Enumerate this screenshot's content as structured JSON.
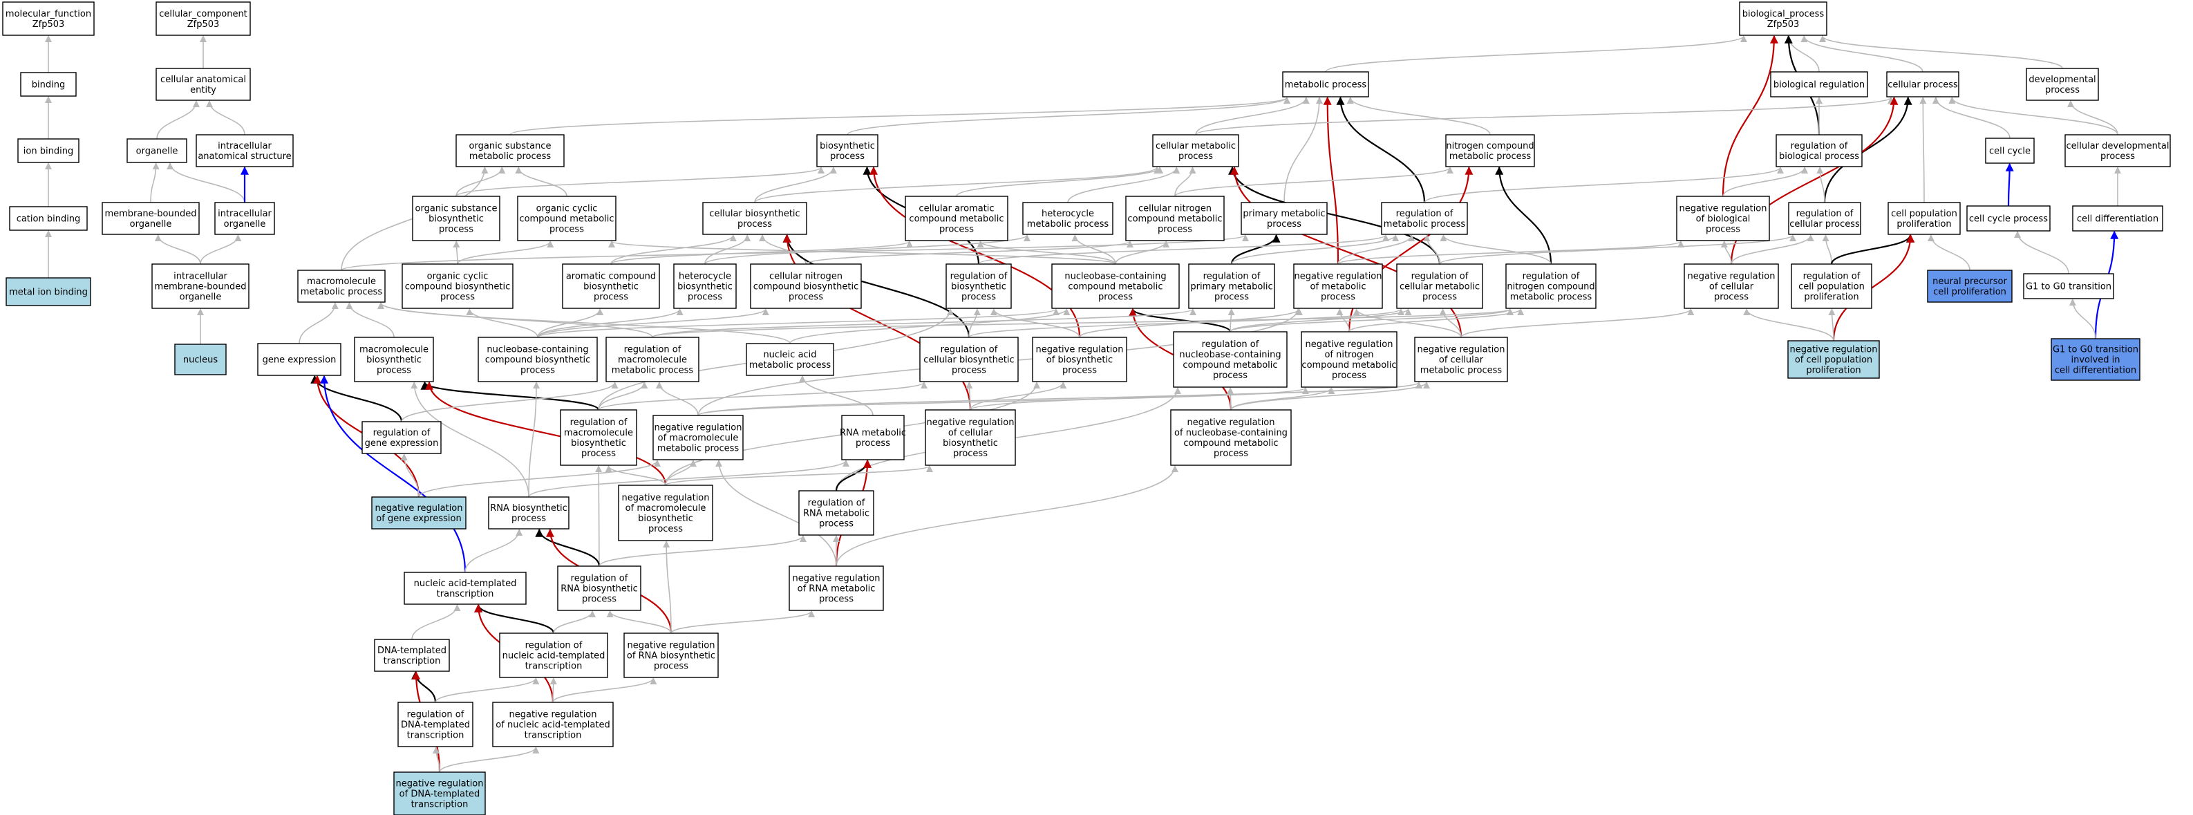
{
  "colors": {
    "gray_edge": "#b9b9b9",
    "black_edge": "#000000",
    "red_edge": "#c00000",
    "blue_edge": "#0000ff",
    "node_default": "#ffffff",
    "node_light_blue": "#add8e6",
    "node_blue": "#6495ed",
    "node_border": "#000000"
  },
  "nodes": {
    "n0": {
      "lines": [
        "molecular_function",
        "Zfp503"
      ],
      "fill": "white"
    },
    "n1": {
      "lines": [
        "binding"
      ],
      "fill": "white"
    },
    "n2": {
      "lines": [
        "ion binding"
      ],
      "fill": "white"
    },
    "n3": {
      "lines": [
        "cation binding"
      ],
      "fill": "white"
    },
    "n4": {
      "lines": [
        "metal ion binding"
      ],
      "fill": "light_blue"
    },
    "n5": {
      "lines": [
        "cellular_component",
        "Zfp503"
      ],
      "fill": "white"
    },
    "n6": {
      "lines": [
        "cellular anatomical",
        "entity"
      ],
      "fill": "white"
    },
    "n7": {
      "lines": [
        "organelle"
      ],
      "fill": "white"
    },
    "n8": {
      "lines": [
        "intracellular",
        "anatomical structure"
      ],
      "fill": "white"
    },
    "n9": {
      "lines": [
        "membrane-bounded",
        "organelle"
      ],
      "fill": "white"
    },
    "n10": {
      "lines": [
        "intracellular",
        "organelle"
      ],
      "fill": "white"
    },
    "n11": {
      "lines": [
        "intracellular",
        "membrane-bounded",
        "organelle"
      ],
      "fill": "white"
    },
    "n12": {
      "lines": [
        "nucleus"
      ],
      "fill": "light_blue"
    },
    "n13": {
      "lines": [
        "biological_process",
        "Zfp503"
      ],
      "fill": "white"
    },
    "n14": {
      "lines": [
        "metabolic process"
      ],
      "fill": "white"
    },
    "n15": {
      "lines": [
        "organic substance",
        "metabolic process"
      ],
      "fill": "white"
    },
    "n16": {
      "lines": [
        "biosynthetic",
        "process"
      ],
      "fill": "white"
    },
    "n17": {
      "lines": [
        "cellular metabolic",
        "process"
      ],
      "fill": "white"
    },
    "n18": {
      "lines": [
        "nitrogen compound",
        "metabolic process"
      ],
      "fill": "white"
    },
    "n19": {
      "lines": [
        "biological regulation"
      ],
      "fill": "white"
    },
    "n20": {
      "lines": [
        "cellular process"
      ],
      "fill": "white"
    },
    "n21": {
      "lines": [
        "developmental",
        "process"
      ],
      "fill": "white"
    },
    "n22": {
      "lines": [
        "regulation of",
        "biological process"
      ],
      "fill": "white"
    },
    "n23": {
      "lines": [
        "cell cycle"
      ],
      "fill": "white"
    },
    "n24": {
      "lines": [
        "cellular developmental",
        "process"
      ],
      "fill": "white"
    },
    "n25": {
      "lines": [
        "organic substance",
        "biosynthetic",
        "process"
      ],
      "fill": "white"
    },
    "n26": {
      "lines": [
        "organic cyclic",
        "compound metabolic",
        "process"
      ],
      "fill": "white"
    },
    "n27": {
      "lines": [
        "cellular biosynthetic",
        "process"
      ],
      "fill": "white"
    },
    "n28": {
      "lines": [
        "cellular aromatic",
        "compound metabolic",
        "process"
      ],
      "fill": "white"
    },
    "n29": {
      "lines": [
        "heterocycle",
        "metabolic process"
      ],
      "fill": "white"
    },
    "n30": {
      "lines": [
        "cellular nitrogen",
        "compound metabolic",
        "process"
      ],
      "fill": "white"
    },
    "n31": {
      "lines": [
        "primary metabolic",
        "process"
      ],
      "fill": "white"
    },
    "n32": {
      "lines": [
        "regulation of",
        "metabolic process"
      ],
      "fill": "white"
    },
    "n33": {
      "lines": [
        "negative regulation",
        "of biological",
        "process"
      ],
      "fill": "white"
    },
    "n34": {
      "lines": [
        "regulation of",
        "cellular process"
      ],
      "fill": "white"
    },
    "n35": {
      "lines": [
        "cell population",
        "proliferation"
      ],
      "fill": "white"
    },
    "n36": {
      "lines": [
        "cell cycle process"
      ],
      "fill": "white"
    },
    "n37": {
      "lines": [
        "cell differentiation"
      ],
      "fill": "white"
    },
    "n38": {
      "lines": [
        "macromolecule",
        "metabolic process"
      ],
      "fill": "white"
    },
    "n39": {
      "lines": [
        "organic cyclic",
        "compound biosynthetic",
        "process"
      ],
      "fill": "white"
    },
    "n40": {
      "lines": [
        "aromatic compound",
        "biosynthetic",
        "process"
      ],
      "fill": "white"
    },
    "n41": {
      "lines": [
        "heterocycle",
        "biosynthetic",
        "process"
      ],
      "fill": "white"
    },
    "n42": {
      "lines": [
        "cellular nitrogen",
        "compound biosynthetic",
        "process"
      ],
      "fill": "white"
    },
    "n43": {
      "lines": [
        "regulation of",
        "biosynthetic",
        "process"
      ],
      "fill": "white"
    },
    "n44": {
      "lines": [
        "nucleobase-containing",
        "compound metabolic",
        "process"
      ],
      "fill": "white"
    },
    "n45": {
      "lines": [
        "regulation of",
        "primary metabolic",
        "process"
      ],
      "fill": "white"
    },
    "n46": {
      "lines": [
        "negative regulation",
        "of metabolic",
        "process"
      ],
      "fill": "white"
    },
    "n47": {
      "lines": [
        "regulation of",
        "cellular metabolic",
        "process"
      ],
      "fill": "white"
    },
    "n48": {
      "lines": [
        "regulation of",
        "nitrogen compound",
        "metabolic process"
      ],
      "fill": "white"
    },
    "n49": {
      "lines": [
        "negative regulation",
        "of cellular",
        "process"
      ],
      "fill": "white"
    },
    "n50": {
      "lines": [
        "regulation of",
        "cell population",
        "proliferation"
      ],
      "fill": "white"
    },
    "n51": {
      "lines": [
        "neural precursor",
        "cell proliferation"
      ],
      "fill": "blue"
    },
    "n52": {
      "lines": [
        "G1 to G0 transition"
      ],
      "fill": "white"
    },
    "n53": {
      "lines": [
        "gene expression"
      ],
      "fill": "white"
    },
    "n54": {
      "lines": [
        "macromolecule",
        "biosynthetic",
        "process"
      ],
      "fill": "white"
    },
    "n55": {
      "lines": [
        "nucleobase-containing",
        "compound biosynthetic",
        "process"
      ],
      "fill": "white"
    },
    "n56": {
      "lines": [
        "regulation of",
        "macromolecule",
        "metabolic process"
      ],
      "fill": "white"
    },
    "n57": {
      "lines": [
        "nucleic acid",
        "metabolic process"
      ],
      "fill": "white"
    },
    "n58": {
      "lines": [
        "regulation of",
        "cellular biosynthetic",
        "process"
      ],
      "fill": "white"
    },
    "n59": {
      "lines": [
        "negative regulation",
        "of biosynthetic",
        "process"
      ],
      "fill": "white"
    },
    "n60": {
      "lines": [
        "regulation of",
        "nucleobase-containing",
        "compound metabolic",
        "process"
      ],
      "fill": "white"
    },
    "n61": {
      "lines": [
        "negative regulation",
        "of nitrogen",
        "compound metabolic",
        "process"
      ],
      "fill": "white"
    },
    "n62": {
      "lines": [
        "negative regulation",
        "of cellular",
        "metabolic process"
      ],
      "fill": "white"
    },
    "n63": {
      "lines": [
        "negative regulation",
        "of cell population",
        "proliferation"
      ],
      "fill": "light_blue"
    },
    "n64": {
      "lines": [
        "G1 to G0 transition",
        "involved in",
        "cell differentiation"
      ],
      "fill": "blue"
    },
    "n65": {
      "lines": [
        "regulation of",
        "gene expression"
      ],
      "fill": "white"
    },
    "n66": {
      "lines": [
        "regulation of",
        "macromolecule",
        "biosynthetic",
        "process"
      ],
      "fill": "white"
    },
    "n67": {
      "lines": [
        "negative regulation",
        "of macromolecule",
        "metabolic process"
      ],
      "fill": "white"
    },
    "n68": {
      "lines": [
        "RNA metabolic",
        "process"
      ],
      "fill": "white"
    },
    "n69": {
      "lines": [
        "negative regulation",
        "of cellular",
        "biosynthetic",
        "process"
      ],
      "fill": "white"
    },
    "n70": {
      "lines": [
        "negative regulation",
        "of nucleobase-containing",
        "compound metabolic",
        "process"
      ],
      "fill": "white"
    },
    "n71": {
      "lines": [
        "negative regulation",
        "of gene expression"
      ],
      "fill": "light_blue"
    },
    "n72": {
      "lines": [
        "RNA biosynthetic",
        "process"
      ],
      "fill": "white"
    },
    "n73": {
      "lines": [
        "negative regulation",
        "of macromolecule",
        "biosynthetic",
        "process"
      ],
      "fill": "white"
    },
    "n74": {
      "lines": [
        "regulation of",
        "RNA metabolic",
        "process"
      ],
      "fill": "white"
    },
    "n75": {
      "lines": [
        "nucleic acid-templated",
        "transcription"
      ],
      "fill": "white"
    },
    "n76": {
      "lines": [
        "regulation of",
        "RNA biosynthetic",
        "process"
      ],
      "fill": "white"
    },
    "n77": {
      "lines": [
        "negative regulation",
        "of RNA metabolic",
        "process"
      ],
      "fill": "white"
    },
    "n78": {
      "lines": [
        "DNA-templated",
        "transcription"
      ],
      "fill": "white"
    },
    "n79": {
      "lines": [
        "regulation of",
        "nucleic acid-templated",
        "transcription"
      ],
      "fill": "white"
    },
    "n80": {
      "lines": [
        "negative regulation",
        "of RNA biosynthetic",
        "process"
      ],
      "fill": "white"
    },
    "n81": {
      "lines": [
        "regulation of",
        "DNA-templated",
        "transcription"
      ],
      "fill": "white"
    },
    "n82": {
      "lines": [
        "negative regulation",
        "of nucleic acid-templated",
        "transcription"
      ],
      "fill": "white"
    },
    "n83": {
      "lines": [
        "negative regulation",
        "of DNA-templated",
        "transcription"
      ],
      "fill": "light_blue"
    }
  },
  "edges": [
    [
      "n1",
      "n0",
      "gray"
    ],
    [
      "n2",
      "n1",
      "gray"
    ],
    [
      "n3",
      "n2",
      "gray"
    ],
    [
      "n4",
      "n3",
      "gray"
    ],
    [
      "n6",
      "n5",
      "gray"
    ],
    [
      "n7",
      "n6",
      "gray"
    ],
    [
      "n8",
      "n6",
      "gray"
    ],
    [
      "n9",
      "n7",
      "gray"
    ],
    [
      "n10",
      "n7",
      "gray"
    ],
    [
      "n10",
      "n8",
      "blue"
    ],
    [
      "n11",
      "n9",
      "gray"
    ],
    [
      "n11",
      "n10",
      "gray"
    ],
    [
      "n12",
      "n11",
      "gray"
    ],
    [
      "n14",
      "n13",
      "gray"
    ],
    [
      "n19",
      "n13",
      "gray"
    ],
    [
      "n20",
      "n13",
      "gray"
    ],
    [
      "n21",
      "n13",
      "gray"
    ],
    [
      "n22",
      "n13",
      "black"
    ],
    [
      "n33",
      "n13",
      "red"
    ],
    [
      "n15",
      "n14",
      "gray"
    ],
    [
      "n16",
      "n14",
      "gray"
    ],
    [
      "n17",
      "n14",
      "gray"
    ],
    [
      "n18",
      "n14",
      "gray"
    ],
    [
      "n31",
      "n14",
      "gray"
    ],
    [
      "n32",
      "n14",
      "black"
    ],
    [
      "n46",
      "n14",
      "red"
    ],
    [
      "n22",
      "n19",
      "gray"
    ],
    [
      "n17",
      "n20",
      "gray"
    ],
    [
      "n23",
      "n20",
      "gray"
    ],
    [
      "n24",
      "n20",
      "gray"
    ],
    [
      "n34",
      "n20",
      "black"
    ],
    [
      "n35",
      "n20",
      "gray"
    ],
    [
      "n49",
      "n20",
      "red"
    ],
    [
      "n24",
      "n21",
      "gray"
    ],
    [
      "n33",
      "n22",
      "gray"
    ],
    [
      "n34",
      "n22",
      "gray"
    ],
    [
      "n32",
      "n22",
      "gray"
    ],
    [
      "n36",
      "n23",
      "blue"
    ],
    [
      "n37",
      "n24",
      "gray"
    ],
    [
      "n25",
      "n15",
      "gray"
    ],
    [
      "n26",
      "n15",
      "gray"
    ],
    [
      "n38",
      "n15",
      "gray"
    ],
    [
      "n25",
      "n16",
      "gray"
    ],
    [
      "n27",
      "n16",
      "gray"
    ],
    [
      "n43",
      "n16",
      "black"
    ],
    [
      "n59",
      "n16",
      "red"
    ],
    [
      "n27",
      "n17",
      "gray"
    ],
    [
      "n28",
      "n17",
      "gray"
    ],
    [
      "n29",
      "n17",
      "gray"
    ],
    [
      "n30",
      "n17",
      "gray"
    ],
    [
      "n47",
      "n17",
      "black"
    ],
    [
      "n62",
      "n17",
      "red"
    ],
    [
      "n30",
      "n18",
      "gray"
    ],
    [
      "n48",
      "n18",
      "black"
    ],
    [
      "n61",
      "n18",
      "red"
    ],
    [
      "n39",
      "n26",
      "gray"
    ],
    [
      "n44",
      "n26",
      "gray"
    ],
    [
      "n39",
      "n25",
      "gray"
    ],
    [
      "n40",
      "n27",
      "gray"
    ],
    [
      "n41",
      "n27",
      "gray"
    ],
    [
      "n42",
      "n27",
      "gray"
    ],
    [
      "n58",
      "n27",
      "black"
    ],
    [
      "n69",
      "n27",
      "red"
    ],
    [
      "n40",
      "n28",
      "gray"
    ],
    [
      "n44",
      "n28",
      "gray"
    ],
    [
      "n41",
      "n29",
      "gray"
    ],
    [
      "n44",
      "n29",
      "gray"
    ],
    [
      "n42",
      "n30",
      "gray"
    ],
    [
      "n44",
      "n30",
      "gray"
    ],
    [
      "n38",
      "n31",
      "gray"
    ],
    [
      "n45",
      "n31",
      "black"
    ],
    [
      "n43",
      "n32",
      "gray"
    ],
    [
      "n45",
      "n32",
      "gray"
    ],
    [
      "n46",
      "n32",
      "gray"
    ],
    [
      "n47",
      "n32",
      "gray"
    ],
    [
      "n48",
      "n32",
      "gray"
    ],
    [
      "n46",
      "n33",
      "gray"
    ],
    [
      "n49",
      "n33",
      "gray"
    ],
    [
      "n47",
      "n34",
      "gray"
    ],
    [
      "n49",
      "n34",
      "gray"
    ],
    [
      "n50",
      "n34",
      "gray"
    ],
    [
      "n50",
      "n35",
      "black"
    ],
    [
      "n51",
      "n35",
      "gray"
    ],
    [
      "n63",
      "n35",
      "red"
    ],
    [
      "n52",
      "n36",
      "gray"
    ],
    [
      "n64",
      "n37",
      "blue"
    ],
    [
      "n64",
      "n52",
      "gray"
    ],
    [
      "n53",
      "n38",
      "gray"
    ],
    [
      "n54",
      "n38",
      "gray"
    ],
    [
      "n56",
      "n38",
      "gray"
    ],
    [
      "n57",
      "n38",
      "gray"
    ],
    [
      "n55",
      "n39",
      "gray"
    ],
    [
      "n55",
      "n40",
      "gray"
    ],
    [
      "n55",
      "n41",
      "gray"
    ],
    [
      "n55",
      "n42",
      "gray"
    ],
    [
      "n58",
      "n43",
      "gray"
    ],
    [
      "n59",
      "n43",
      "gray"
    ],
    [
      "n66",
      "n43",
      "gray"
    ],
    [
      "n55",
      "n44",
      "gray"
    ],
    [
      "n57",
      "n44",
      "gray"
    ],
    [
      "n60",
      "n44",
      "black"
    ],
    [
      "n70",
      "n44",
      "red"
    ],
    [
      "n56",
      "n45",
      "gray"
    ],
    [
      "n60",
      "n45",
      "gray"
    ],
    [
      "n59",
      "n46",
      "gray"
    ],
    [
      "n62",
      "n46",
      "gray"
    ],
    [
      "n61",
      "n46",
      "gray"
    ],
    [
      "n67",
      "n46",
      "gray"
    ],
    [
      "n58",
      "n47",
      "gray"
    ],
    [
      "n62",
      "n47",
      "gray"
    ],
    [
      "n60",
      "n47",
      "gray"
    ],
    [
      "n60",
      "n48",
      "gray"
    ],
    [
      "n61",
      "n48",
      "gray"
    ],
    [
      "n56",
      "n48",
      "gray"
    ],
    [
      "n62",
      "n49",
      "gray"
    ],
    [
      "n63",
      "n49",
      "gray"
    ],
    [
      "n63",
      "n50",
      "gray"
    ],
    [
      "n65",
      "n53",
      "black"
    ],
    [
      "n71",
      "n53",
      "red"
    ],
    [
      "n75",
      "n53",
      "blue"
    ],
    [
      "n66",
      "n54",
      "black"
    ],
    [
      "n73",
      "n54",
      "red"
    ],
    [
      "n72",
      "n54",
      "gray"
    ],
    [
      "n72",
      "n55",
      "gray"
    ],
    [
      "n68",
      "n57",
      "gray"
    ],
    [
      "n65",
      "n56",
      "gray"
    ],
    [
      "n66",
      "n56",
      "gray"
    ],
    [
      "n67",
      "n56",
      "gray"
    ],
    [
      "n69",
      "n58",
      "gray"
    ],
    [
      "n66",
      "n58",
      "gray"
    ],
    [
      "n69",
      "n59",
      "gray"
    ],
    [
      "n73",
      "n59",
      "gray"
    ],
    [
      "n70",
      "n60",
      "gray"
    ],
    [
      "n74",
      "n60",
      "gray"
    ],
    [
      "n70",
      "n61",
      "gray"
    ],
    [
      "n67",
      "n61",
      "gray"
    ],
    [
      "n69",
      "n62",
      "gray"
    ],
    [
      "n70",
      "n62",
      "gray"
    ],
    [
      "n67",
      "n62",
      "gray"
    ],
    [
      "n71",
      "n65",
      "gray"
    ],
    [
      "n73",
      "n66",
      "gray"
    ],
    [
      "n76",
      "n66",
      "gray"
    ],
    [
      "n71",
      "n67",
      "gray"
    ],
    [
      "n73",
      "n67",
      "gray"
    ],
    [
      "n77",
      "n67",
      "gray"
    ],
    [
      "n72",
      "n68",
      "gray"
    ],
    [
      "n74",
      "n68",
      "black"
    ],
    [
      "n77",
      "n68",
      "red"
    ],
    [
      "n73",
      "n69",
      "gray"
    ],
    [
      "n77",
      "n70",
      "gray"
    ],
    [
      "n75",
      "n72",
      "gray"
    ],
    [
      "n76",
      "n72",
      "black"
    ],
    [
      "n80",
      "n72",
      "red"
    ],
    [
      "n80",
      "n73",
      "gray"
    ],
    [
      "n76",
      "n74",
      "gray"
    ],
    [
      "n77",
      "n74",
      "gray"
    ],
    [
      "n78",
      "n75",
      "gray"
    ],
    [
      "n79",
      "n75",
      "black"
    ],
    [
      "n82",
      "n75",
      "red"
    ],
    [
      "n79",
      "n76",
      "gray"
    ],
    [
      "n80",
      "n76",
      "gray"
    ],
    [
      "n80",
      "n77",
      "gray"
    ],
    [
      "n81",
      "n78",
      "black"
    ],
    [
      "n83",
      "n78",
      "red"
    ],
    [
      "n81",
      "n79",
      "gray"
    ],
    [
      "n82",
      "n79",
      "gray"
    ],
    [
      "n82",
      "n80",
      "gray"
    ],
    [
      "n83",
      "n81",
      "gray"
    ],
    [
      "n83",
      "n82",
      "gray"
    ]
  ]
}
